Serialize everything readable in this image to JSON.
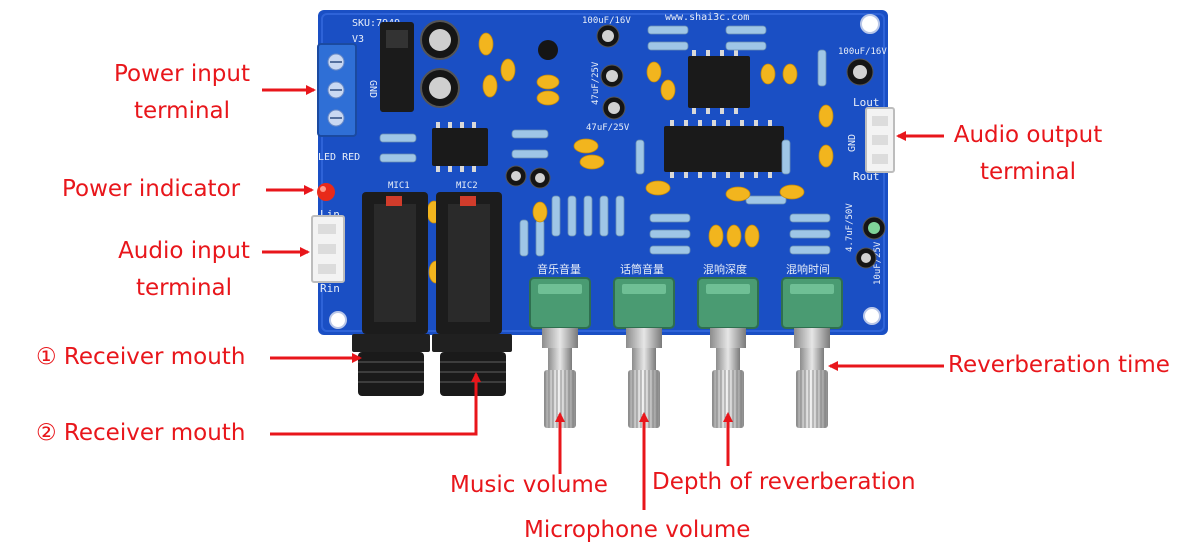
{
  "board": {
    "sku": "SKU:7949",
    "version": "V3",
    "website": "www.shai3c.com",
    "led_label": "LED RED",
    "gnd_label": "GND",
    "lout_label": "Lout",
    "rout_label": "Rout",
    "lin_label": "Lin",
    "rin_label": "Rin",
    "mic1_label": "MIC1",
    "mic2_label": "MIC2",
    "cap_top_label": "100uF/16V",
    "cap_right_label": "100uF/16V",
    "cap_mid_label": "47uF/25V",
    "cap_mid2_label": "47uF/25V",
    "cap_right2_label": "4.7uF/50V",
    "cap_right3_label": "10uF/25V",
    "pot_labels": [
      "音乐音量",
      "话筒音量",
      "混响深度",
      "混响时间"
    ]
  },
  "callouts": {
    "power_input": [
      "Power input",
      "terminal"
    ],
    "power_indicator": "Power indicator",
    "audio_input": [
      "Audio input",
      "terminal"
    ],
    "receiver_1": "① Receiver mouth",
    "receiver_2": "② Receiver mouth",
    "audio_output": [
      "Audio output",
      "terminal"
    ],
    "reverb_time": "Reverberation time",
    "music_volume": "Music volume",
    "depth_reverb": "Depth of reverberation",
    "mic_volume": "Microphone volume"
  },
  "colors": {
    "pcb": "#1a4fc4",
    "callout": "#e8161b",
    "pot_body": "#4a9b72",
    "terminal_blue": "#2f6fd6"
  }
}
